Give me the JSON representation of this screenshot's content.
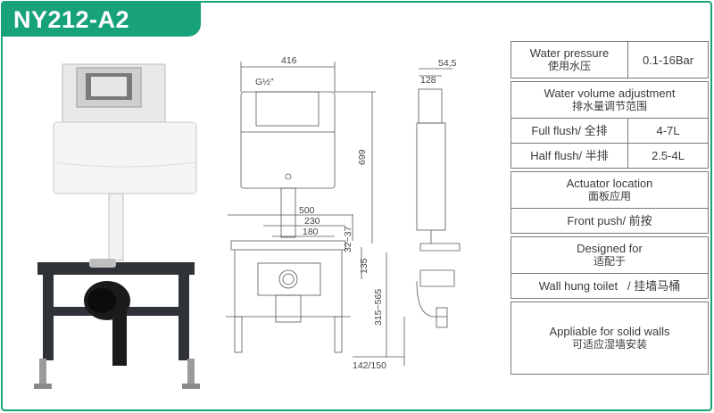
{
  "header": {
    "model": "NY212-A2"
  },
  "dimensions": {
    "width_416": "416",
    "depth_54_5": "54,5",
    "depth_128": "128",
    "height_699": "699",
    "span_500": "500",
    "span_230": "230",
    "span_180": "180",
    "range_32_37": "32~37",
    "gap_135": "135",
    "range_315_565": "315~565",
    "range_142_150": "142/150",
    "thread_label": "G½\""
  },
  "specs": {
    "water_pressure": {
      "label": "Water pressure",
      "label_cn": "使用水压",
      "value": "0.1-16Bar"
    },
    "water_volume": {
      "title": "Water volume adjustment",
      "title_cn": "排水量调节范围"
    },
    "full_flush": {
      "label": "Full flush/ 全排",
      "value": "4-7L"
    },
    "half_flush": {
      "label": "Half flush/ 半排",
      "value": "2.5-4L"
    },
    "actuator": {
      "title": "Actuator location",
      "title_cn": "面板应用",
      "value": "Front push/ 前按"
    },
    "designed": {
      "title": "Designed for",
      "title_cn": "适配于",
      "value": "Wall hung toilet   / 挂墙马桶"
    },
    "applicable": {
      "line1": "Appliable for solid walls",
      "line2": "可适应湿墙安装"
    }
  },
  "colors": {
    "brand": "#17a27a",
    "frame_dark": "#2f3236",
    "tank_white": "#f2f2f2"
  }
}
